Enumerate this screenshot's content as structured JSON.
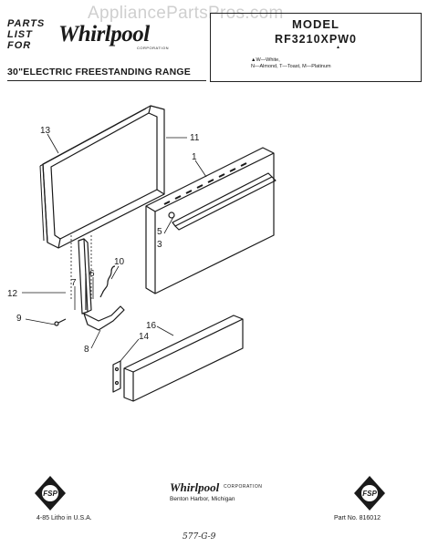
{
  "watermark": "AppliancePartsPros.com",
  "header": {
    "parts_list_lines": [
      "PARTS",
      "LIST",
      "FOR"
    ],
    "brand": "Whirlpool",
    "brand_sub": "CORPORATION",
    "range_title": "30\"ELECTRIC FREESTANDING RANGE"
  },
  "model_box": {
    "label": "MODEL",
    "number": "RF3210XPW0",
    "arrow": "▲",
    "color_line1": "▲W—White,",
    "color_line2": "N—Almond, T—Toast, M—Platinum"
  },
  "diagram": {
    "callouts": [
      {
        "id": "13",
        "label": "13"
      },
      {
        "id": "11",
        "label": "11"
      },
      {
        "id": "1",
        "label": "1"
      },
      {
        "id": "5",
        "label": "5"
      },
      {
        "id": "3",
        "label": "3"
      },
      {
        "id": "10",
        "label": "10"
      },
      {
        "id": "12",
        "label": "12"
      },
      {
        "id": "7",
        "label": "7"
      },
      {
        "id": "6",
        "label": "6"
      },
      {
        "id": "9",
        "label": "9"
      },
      {
        "id": "8",
        "label": "8"
      },
      {
        "id": "16",
        "label": "16"
      },
      {
        "id": "14",
        "label": "14"
      }
    ]
  },
  "footer": {
    "logo_text": "FSP",
    "brand": "Whirlpool",
    "brand_sub": "CORPORATION",
    "address": "Benton Harbor, Michigan",
    "litho": "4-85  Litho in U.S.A.",
    "part_no": "Part No. 816012",
    "handwritten": "577-G-9"
  }
}
